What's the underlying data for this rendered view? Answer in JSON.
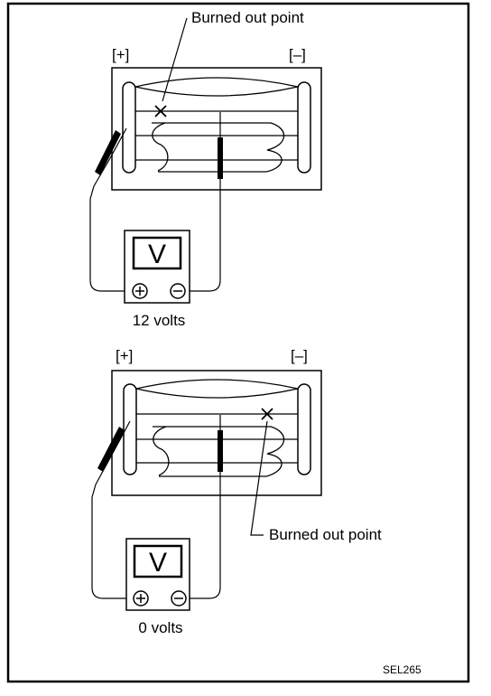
{
  "figure_code": "SEL265",
  "top_diagram": {
    "plus_label": "[+]",
    "minus_label": "[–]",
    "callout": "Burned out point",
    "meter_symbol": "V",
    "reading": "12 volts"
  },
  "bottom_diagram": {
    "plus_label": "[+]",
    "minus_label": "[–]",
    "callout": "Burned out point",
    "meter_symbol": "V",
    "reading": "0 volts"
  }
}
